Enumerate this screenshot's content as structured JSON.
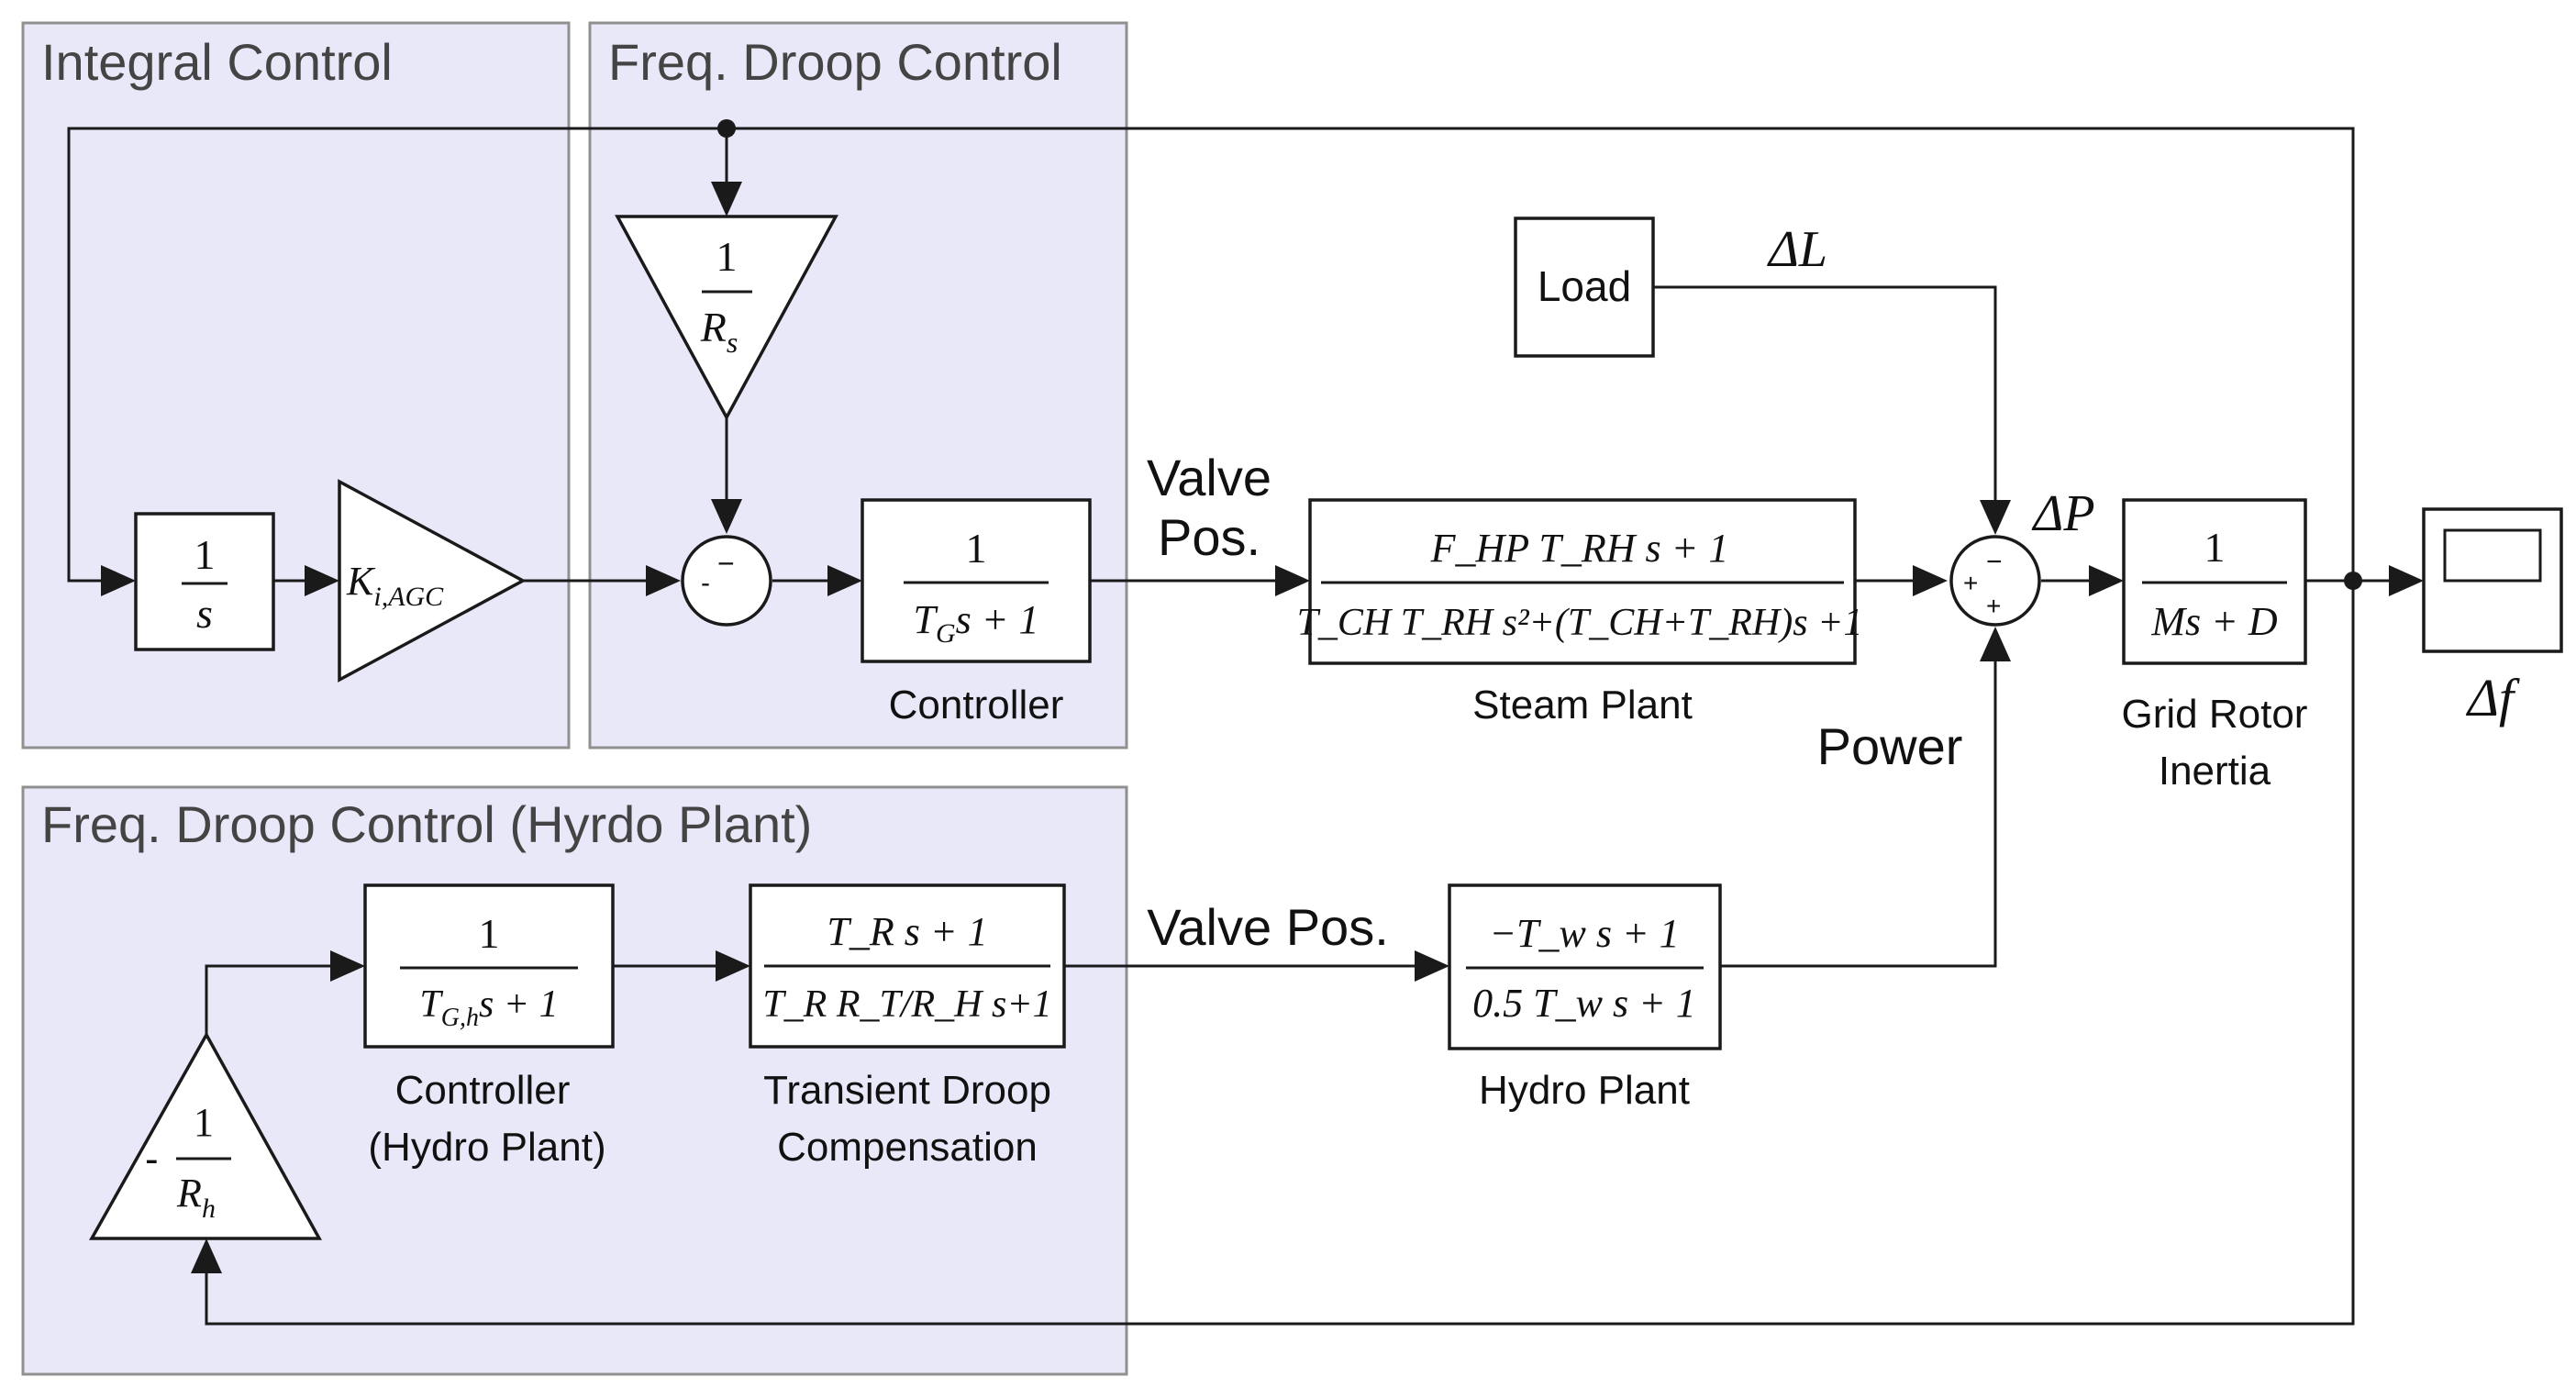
{
  "groups": {
    "integral": "Integral Control",
    "droop": "Freq. Droop Control",
    "hydro": "Freq. Droop Control (Hyrdo Plant)"
  },
  "blocks": {
    "integrator": {
      "num": "1",
      "den": "s"
    },
    "ki_gain": {
      "main": "K",
      "sub": "i,AGC"
    },
    "rs_gain": {
      "num": "1",
      "den": "R",
      "den_sub": "s"
    },
    "sum1": {
      "sign_left": "-",
      "sign_top": "−"
    },
    "controller": {
      "num": "1",
      "den_a": "T",
      "den_sub": "G",
      "den_b": "s + 1",
      "label": "Controller"
    },
    "load": {
      "label": "Load"
    },
    "steam_plant": {
      "num": "F_HP T_RH s + 1",
      "den": "T_CH T_RH s²+(T_CH+T_RH)s +1",
      "label": "Steam Plant"
    },
    "sum2": {
      "sign_top": "−",
      "sign_left": "+",
      "sign_bottom": "+"
    },
    "grid": {
      "num": "1",
      "den": "Ms + D",
      "label_line1": "Grid Rotor",
      "label_line2": "Inertia"
    },
    "hydro_controller": {
      "num": "1",
      "den_a": "T",
      "den_sub": "G,h",
      "den_b": "s + 1",
      "label_line1": "Controller",
      "label_line2": "(Hydro Plant)"
    },
    "transient_droop": {
      "num": "T_R s + 1",
      "den": "T_R R_T/R_H s+1",
      "label_line1": "Transient Droop",
      "label_line2": "Compensation"
    },
    "hydro_plant": {
      "num": "−T_w s + 1",
      "den": "0.5 T_w s + 1",
      "label": "Hydro Plant"
    },
    "rh_gain": {
      "sign": "-",
      "num": "1",
      "den": "R",
      "den_sub": "h"
    }
  },
  "signals": {
    "valve_pos_steam_line1": "Valve",
    "valve_pos_steam_line2": "Pos.",
    "valve_pos_hydro": "Valve Pos.",
    "delta_l": "ΔL",
    "delta_p": "ΔP",
    "power": "Power",
    "delta_f": "Δf"
  }
}
